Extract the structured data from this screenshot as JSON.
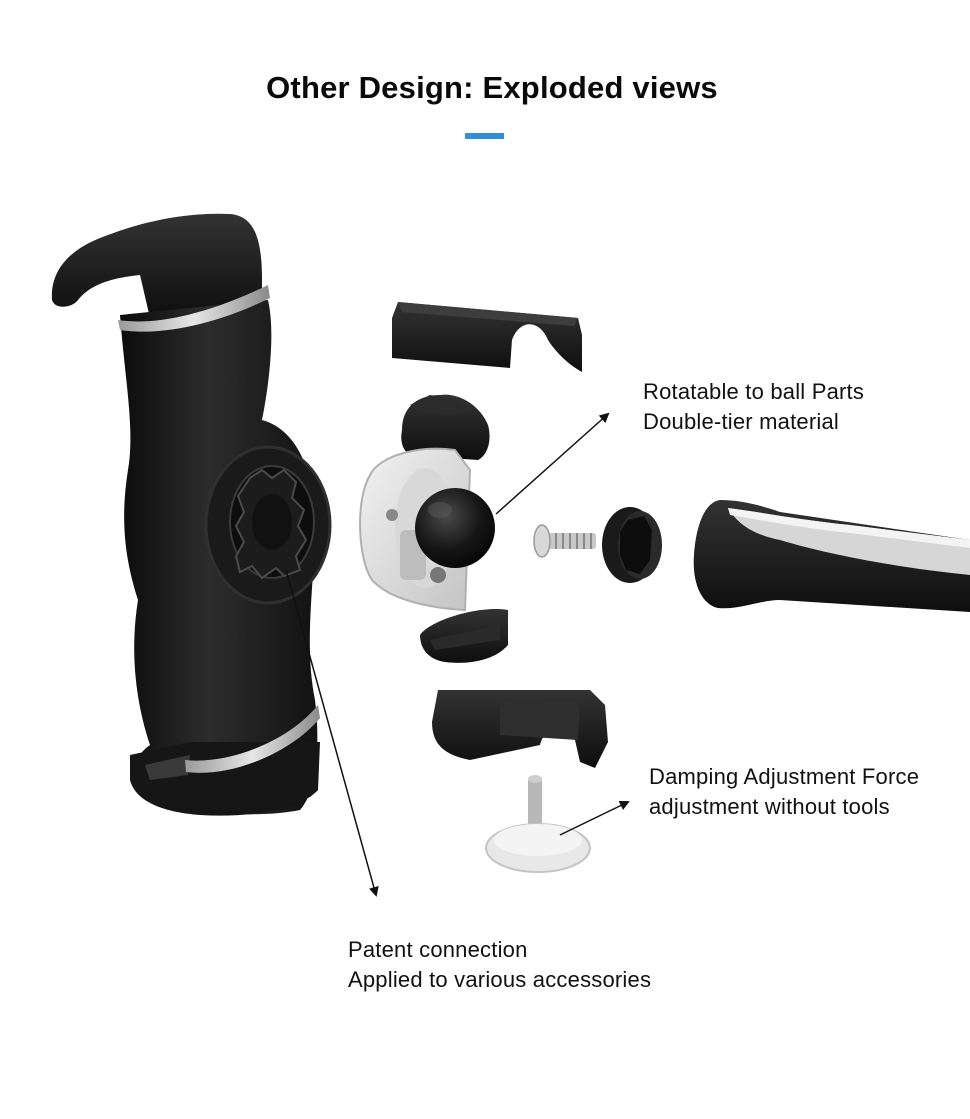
{
  "header": {
    "title": "Other Design: Exploded views",
    "accent_color": "#2f8fd8"
  },
  "callouts": {
    "ball_parts": {
      "line1": "Rotatable to ball Parts",
      "line2": "Double-tier material"
    },
    "damping": {
      "line1": "Damping Adjustment Force",
      "line2": "adjustment without tools"
    },
    "patent": {
      "line1": "Patent connection",
      "line2": "Applied to various accessories"
    }
  },
  "parts": [
    "phone-clamp",
    "upper-clamp-shell",
    "ball-cap",
    "ball-socket-ring",
    "ball-joint",
    "screw",
    "knurled-nut",
    "extension-arm",
    "lower-ball-cup",
    "lower-clamp-shell",
    "damping-knob"
  ]
}
